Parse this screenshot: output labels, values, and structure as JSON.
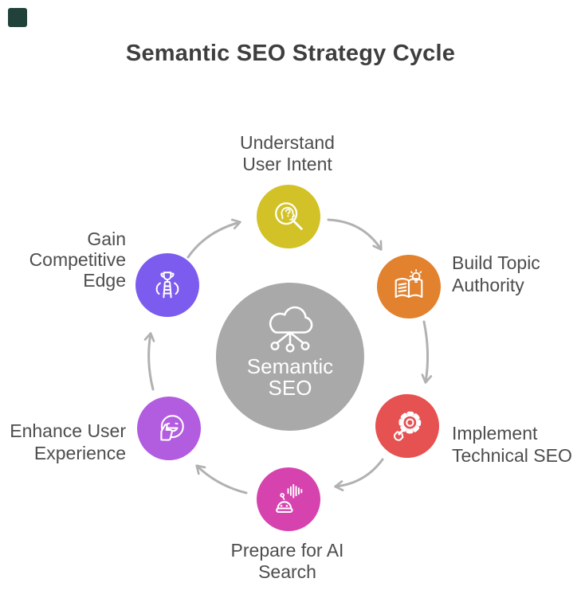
{
  "title": "Semantic SEO Strategy Cycle",
  "corner_mark": {
    "color": "#21423b"
  },
  "arrow_color": "#b1b1b1",
  "text_color": "#4d4d4d",
  "center": {
    "label_line1": "Semantic",
    "label_line2": "SEO",
    "color": "#a9a9a9",
    "icon": "cloud-network-icon"
  },
  "steps": [
    {
      "id": "understand-user-intent",
      "lines": [
        "Understand",
        "User Intent"
      ],
      "color": "#d2c227",
      "icon": "search-user-intent-icon"
    },
    {
      "id": "build-topic-authority",
      "lines": [
        "Build Topic",
        "Authority"
      ],
      "color": "#e2812e",
      "icon": "book-lightbulb-icon"
    },
    {
      "id": "implement-technical-seo",
      "lines": [
        "Implement",
        "Technical SEO"
      ],
      "color": "#e65151",
      "icon": "gear-wrench-icon"
    },
    {
      "id": "prepare-for-ai-search",
      "lines": [
        "Prepare for AI",
        "Search"
      ],
      "color": "#d643af",
      "icon": "robot-voice-icon"
    },
    {
      "id": "enhance-user-experience",
      "lines": [
        "Enhance User",
        "Experience"
      ],
      "color": "#b25ce0",
      "icon": "smiley-thumbs-up-icon"
    },
    {
      "id": "gain-competitive-edge",
      "lines": [
        "Gain",
        "Competitive",
        "Edge"
      ],
      "color": "#7c5cee",
      "icon": "trophy-ladder-icon"
    }
  ]
}
